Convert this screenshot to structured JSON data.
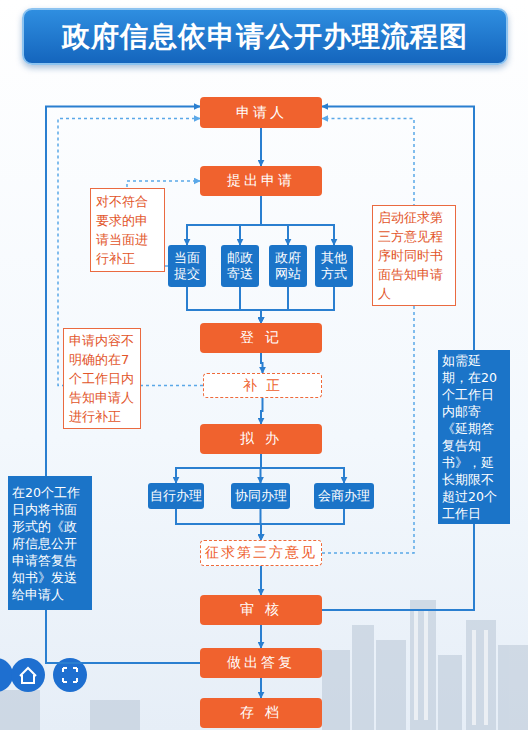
{
  "diagram": {
    "title": "政府信息依申请公开办理流程图",
    "nodes": [
      {
        "text": [
          "申请人"
        ]
      },
      {
        "text": [
          "提出申请"
        ]
      },
      {
        "text": [
          "对不符合要求的申请当面进行补正"
        ]
      },
      {
        "text": [
          "启动征求第三方意见程序时同时书面告知申请人"
        ]
      },
      {
        "text": [
          "当面提交"
        ]
      },
      {
        "text": [
          "邮政寄送"
        ]
      },
      {
        "text": [
          "政府网站"
        ]
      },
      {
        "text": [
          "其他方式"
        ]
      },
      {
        "text": [
          "登 记"
        ]
      },
      {
        "text": [
          "申请内容不明确的在7个工作日内告知申请人进行补正"
        ]
      },
      {
        "text": [
          "补 正"
        ]
      },
      {
        "text": [
          "如需延期，在20个工作日内邮寄《延期答复告知书》，延长期限不超过20个工作日"
        ]
      },
      {
        "text": [
          "拟 办"
        ]
      },
      {
        "text": [
          "在20个工作日内将书面形式的《政府信息公开申请答复告知书》发送给申请人"
        ]
      },
      {
        "text": [
          "自行办理"
        ]
      },
      {
        "text": [
          "协同办理"
        ]
      },
      {
        "text": [
          "会商办理"
        ]
      },
      {
        "text": [
          "征求第三方意见"
        ]
      },
      {
        "text": [
          "审 核"
        ]
      },
      {
        "text": [
          "做出答复"
        ]
      },
      {
        "text": [
          "存 档"
        ]
      }
    ],
    "edges": [
      {
        "from": 0,
        "to": 1,
        "arrow": "to"
      },
      {
        "from": 1,
        "to": 4,
        "arrow": "to"
      },
      {
        "from": 1,
        "to": 5,
        "arrow": "to"
      },
      {
        "from": 1,
        "to": 6,
        "arrow": "to"
      },
      {
        "from": 1,
        "to": 7,
        "arrow": "to"
      },
      {
        "from": 4,
        "to": 8,
        "arrow": "to"
      },
      {
        "from": 5,
        "to": 8,
        "arrow": "to"
      },
      {
        "from": 6,
        "to": 8,
        "arrow": "to"
      },
      {
        "from": 7,
        "to": 8,
        "arrow": "to"
      },
      {
        "from": 8,
        "to": 10,
        "arrow": "to"
      },
      {
        "from": 10,
        "to": 12,
        "arrow": "to"
      },
      {
        "from": 12,
        "to": 14,
        "arrow": "to"
      },
      {
        "from": 12,
        "to": 15,
        "arrow": "to"
      },
      {
        "from": 12,
        "to": 16,
        "arrow": "to"
      },
      {
        "from": 14,
        "to": 17,
        "arrow": "to"
      },
      {
        "from": 15,
        "to": 17,
        "arrow": "to"
      },
      {
        "from": 16,
        "to": 17,
        "arrow": "to"
      },
      {
        "from": 17,
        "to": 18,
        "arrow": "to"
      },
      {
        "from": 18,
        "to": 19,
        "arrow": "to"
      },
      {
        "from": 19,
        "to": 20,
        "arrow": "to"
      },
      {
        "from": 19,
        "to": 0,
        "arrow": "to"
      },
      {
        "from": 10,
        "to": 0,
        "arrow": "to"
      },
      {
        "from": 4,
        "to": 1,
        "arrow": "to"
      },
      {
        "from": 17,
        "to": 0,
        "arrow": "to"
      },
      {
        "from": 18,
        "to": 0,
        "arrow": "to"
      }
    ]
  }
}
